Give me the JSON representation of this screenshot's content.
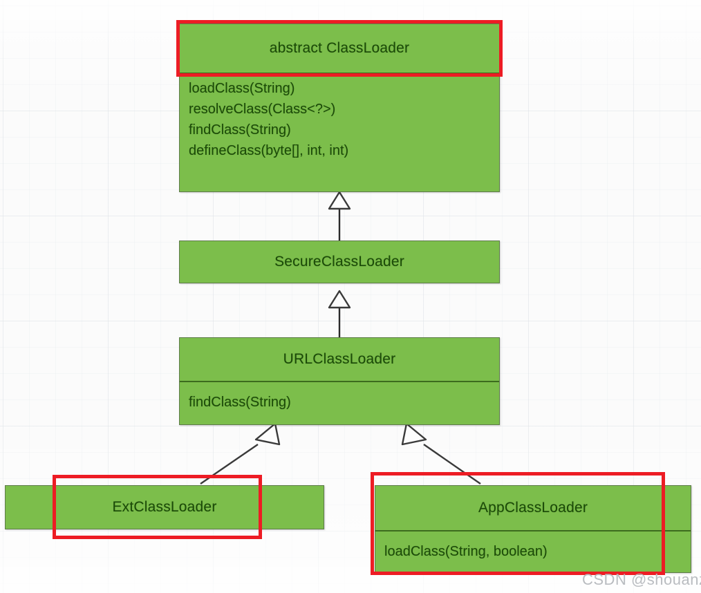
{
  "diagram": {
    "kind": "uml-class-diagram",
    "subject": "Java ClassLoader hierarchy",
    "palette": {
      "box_fill": "#7cbe4b",
      "box_border": "#5d7a4a",
      "separator": "#3c6b1e",
      "text": "#1b4a08",
      "highlight": "#ed1c24",
      "background": "#fbfbfb",
      "watermark": "#b9bcc0"
    },
    "classes": [
      {
        "id": "classloader",
        "title": "abstract ClassLoader",
        "methods": [
          "loadClass(String)",
          "resolveClass(Class<?>)",
          "findClass(String)",
          "defineClass(byte[], int, int)"
        ]
      },
      {
        "id": "secureclassloader",
        "title": "SecureClassLoader",
        "methods": []
      },
      {
        "id": "urlclassloader",
        "title": "URLClassLoader",
        "methods": [
          "findClass(String)"
        ]
      },
      {
        "id": "extclassloader",
        "title": "ExtClassLoader",
        "methods": []
      },
      {
        "id": "appclassloader",
        "title": "AppClassLoader",
        "methods": [
          "loadClass(String, boolean)"
        ]
      }
    ],
    "relations": [
      {
        "from": "secureclassloader",
        "to": "classloader",
        "type": "generalization"
      },
      {
        "from": "urlclassloader",
        "to": "secureclassloader",
        "type": "generalization"
      },
      {
        "from": "extclassloader",
        "to": "urlclassloader",
        "type": "generalization"
      },
      {
        "from": "appclassloader",
        "to": "urlclassloader",
        "type": "generalization"
      }
    ],
    "highlights": [
      {
        "id": "hl-classloader-title",
        "target": "abstract ClassLoader"
      },
      {
        "id": "hl-extclassloader",
        "target": "ExtClassLoader"
      },
      {
        "id": "hl-appclassloader",
        "target": "AppClassLoader"
      }
    ]
  },
  "watermark": {
    "text": "CSDN @shouanzh"
  }
}
